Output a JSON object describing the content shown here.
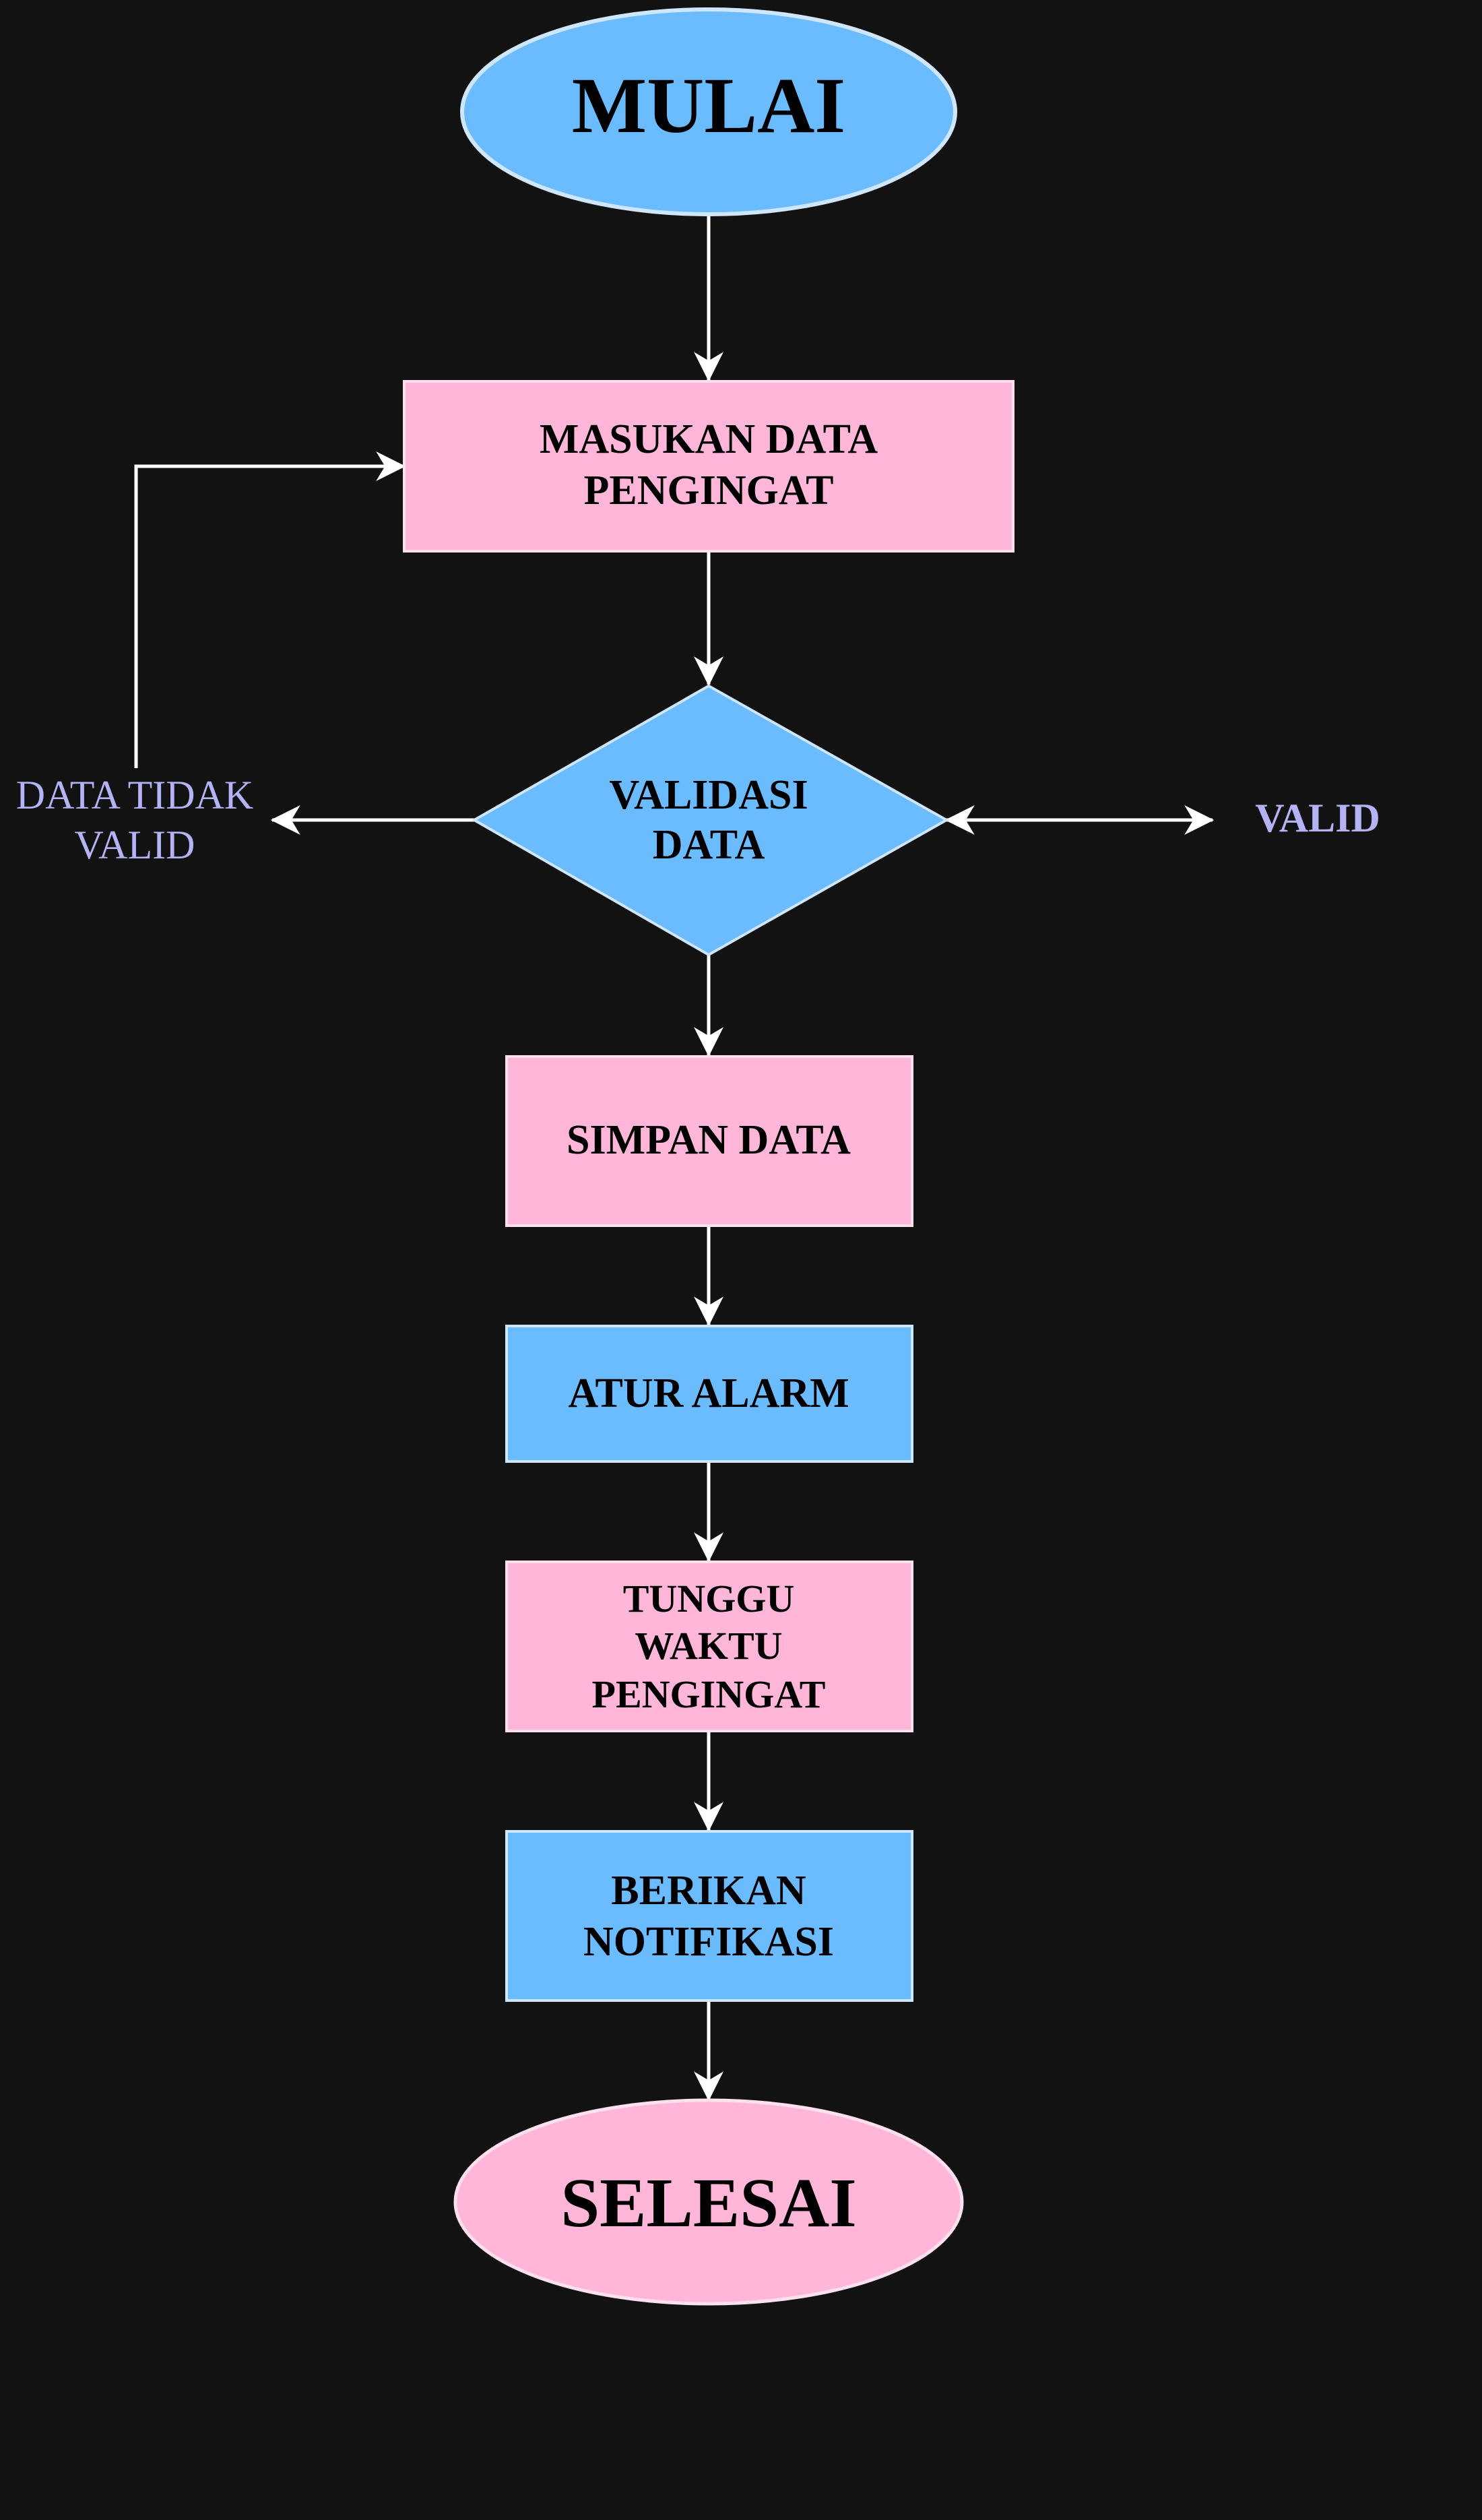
{
  "diagram": {
    "nodes": {
      "start": {
        "label": "MULAI",
        "shape": "ellipse",
        "color": "#6bbbff"
      },
      "input": {
        "lines": [
          "MASUKAN DATA",
          "PENGINGAT"
        ],
        "shape": "rectangle",
        "color": "#ffb6d9"
      },
      "validate": {
        "lines": [
          "VALIDASI",
          "DATA"
        ],
        "shape": "diamond",
        "color": "#6bbbff"
      },
      "save": {
        "label": "SIMPAN DATA",
        "shape": "rectangle",
        "color": "#ffb6d9"
      },
      "alarm": {
        "label": "ATUR ALARM",
        "shape": "rectangle",
        "color": "#6bbbff"
      },
      "wait": {
        "lines": [
          "TUNGGU",
          "WAKTU",
          "PENGINGAT"
        ],
        "shape": "rectangle",
        "color": "#ffb6d9"
      },
      "notify": {
        "lines": [
          "BERIKAN",
          "NOTIFIKASI"
        ],
        "shape": "rectangle",
        "color": "#6bbbff"
      },
      "end": {
        "label": "SELESAI",
        "shape": "ellipse",
        "color": "#ffb6d9"
      }
    },
    "branch_labels": {
      "invalid": [
        "DATA TIDAK",
        "VALID"
      ],
      "valid": "VALID"
    },
    "colors": {
      "background": "#121212",
      "connector": "#ffffff",
      "branch_label": "#b3b3f5"
    }
  }
}
